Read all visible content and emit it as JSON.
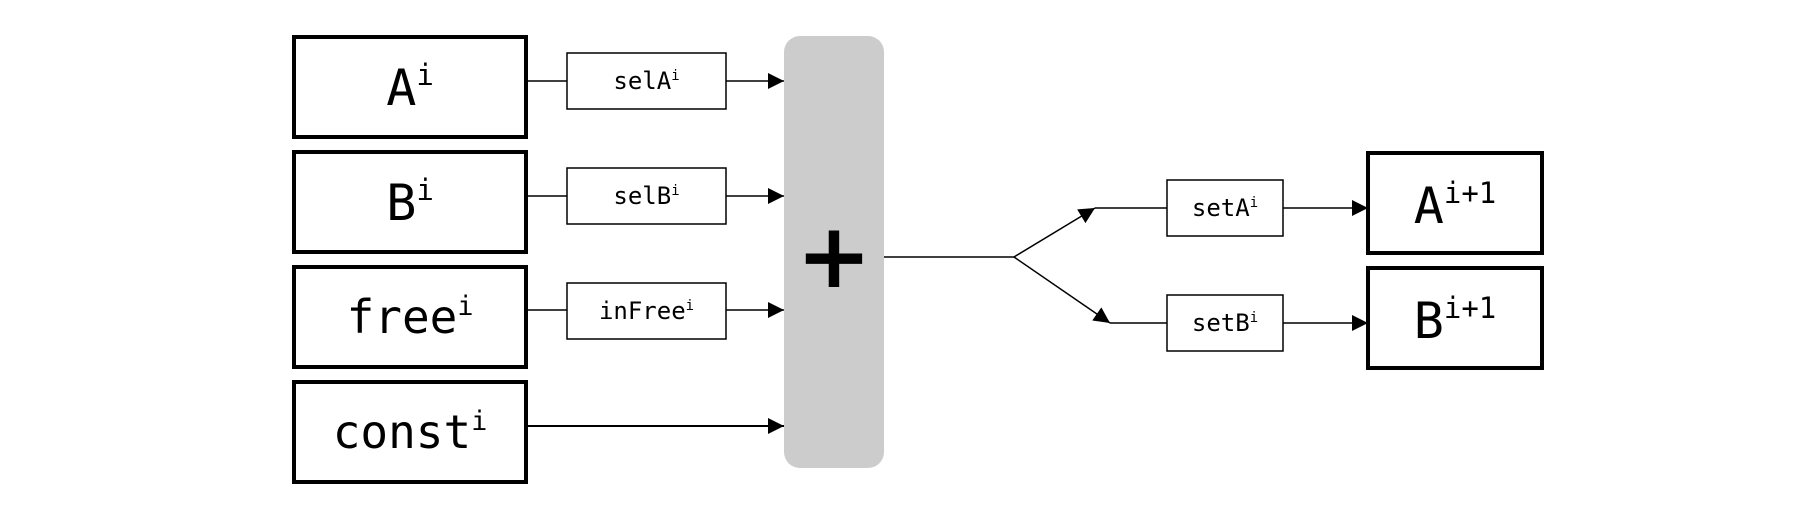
{
  "inputs": [
    {
      "base": "A",
      "sup": "i"
    },
    {
      "base": "B",
      "sup": "i"
    },
    {
      "base": "free",
      "sup": "i"
    },
    {
      "base": "const",
      "sup": "i"
    }
  ],
  "input_gates": [
    {
      "base": "selA",
      "sup": "i"
    },
    {
      "base": "selB",
      "sup": "i"
    },
    {
      "base": "inFree",
      "sup": "i"
    }
  ],
  "adder": {
    "symbol": "+"
  },
  "output_gates": [
    {
      "base": "setA",
      "sup": "i"
    },
    {
      "base": "setB",
      "sup": "i"
    }
  ],
  "outputs": [
    {
      "base": "A",
      "sup": "i+1"
    },
    {
      "base": "B",
      "sup": "i+1"
    }
  ],
  "colors": {
    "adder_fill": "#cccccc",
    "stroke": "#000000"
  }
}
